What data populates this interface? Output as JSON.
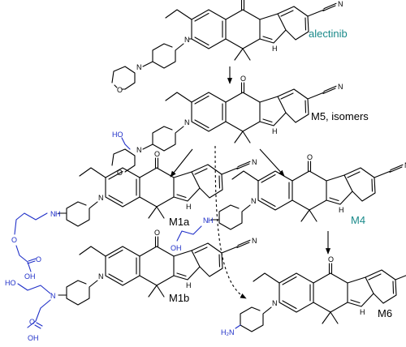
{
  "colors": {
    "bond": "#000000",
    "metabolite_chain": "#1f2fc8",
    "name_highlight": "#1a8a8a",
    "name_default": "#000000"
  },
  "atoms": {
    "oxygen": "O",
    "nitrogen": "N",
    "nh": "H",
    "hydroxyl": "HO",
    "hydroxyl_right": "OH",
    "amine": "H₂N",
    "nitrile_n": "N"
  },
  "compounds": {
    "parent": "alectinib",
    "m5": "M5, isomers",
    "m1a": "M1a",
    "m1b": "M1b",
    "m4": "M4",
    "m6": "M6"
  }
}
